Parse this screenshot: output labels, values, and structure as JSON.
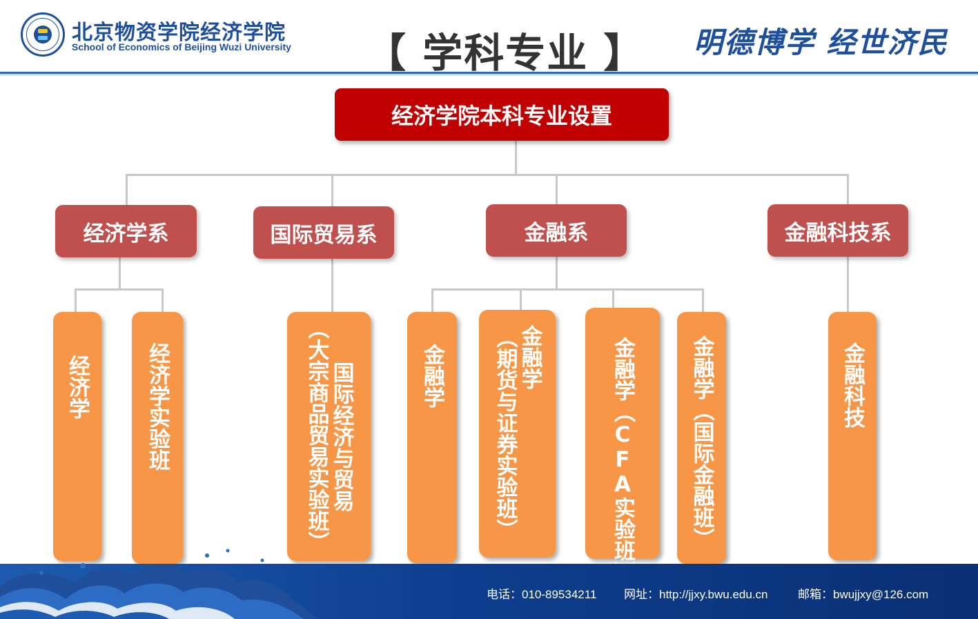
{
  "header": {
    "school_cn": "北京物资学院经济学院",
    "school_en": "School of Economics of Beijing Wuzi University",
    "page_title": "【 学科专业 】",
    "motto": "明德博学 经世济民"
  },
  "tree": {
    "root": "经济学院本科专业设置",
    "departments": [
      {
        "label": "经济学系",
        "majors": [
          [
            "经济学"
          ],
          [
            "经济学实验班"
          ]
        ]
      },
      {
        "label": "国际贸易系",
        "majors": [
          [
            "国际经济与贸易",
            "（大宗商品贸易实验班）"
          ]
        ]
      },
      {
        "label": "金融系",
        "majors": [
          [
            "金融学"
          ],
          [
            "金融学",
            "（期货与证券实验班）"
          ],
          [
            "金融学（CFA实验班）"
          ],
          [
            "金融学（国际金融班）"
          ]
        ]
      },
      {
        "label": "金融科技系",
        "majors": [
          [
            "金融科技"
          ]
        ]
      }
    ]
  },
  "footer": {
    "phone": "电话：010-89534211",
    "website": "网址：http://jjxy.bwu.edu.cn",
    "email": "邮箱：bwujjxy@126.com"
  },
  "colors": {
    "root_box": "#c00000",
    "department_box": "#c0504d",
    "major_box": "#f79646",
    "brand_blue": "#1d4f9c",
    "connector": "#c8c8c8"
  },
  "icons": [
    "school-logo-icon",
    "wave-pattern-icon"
  ]
}
